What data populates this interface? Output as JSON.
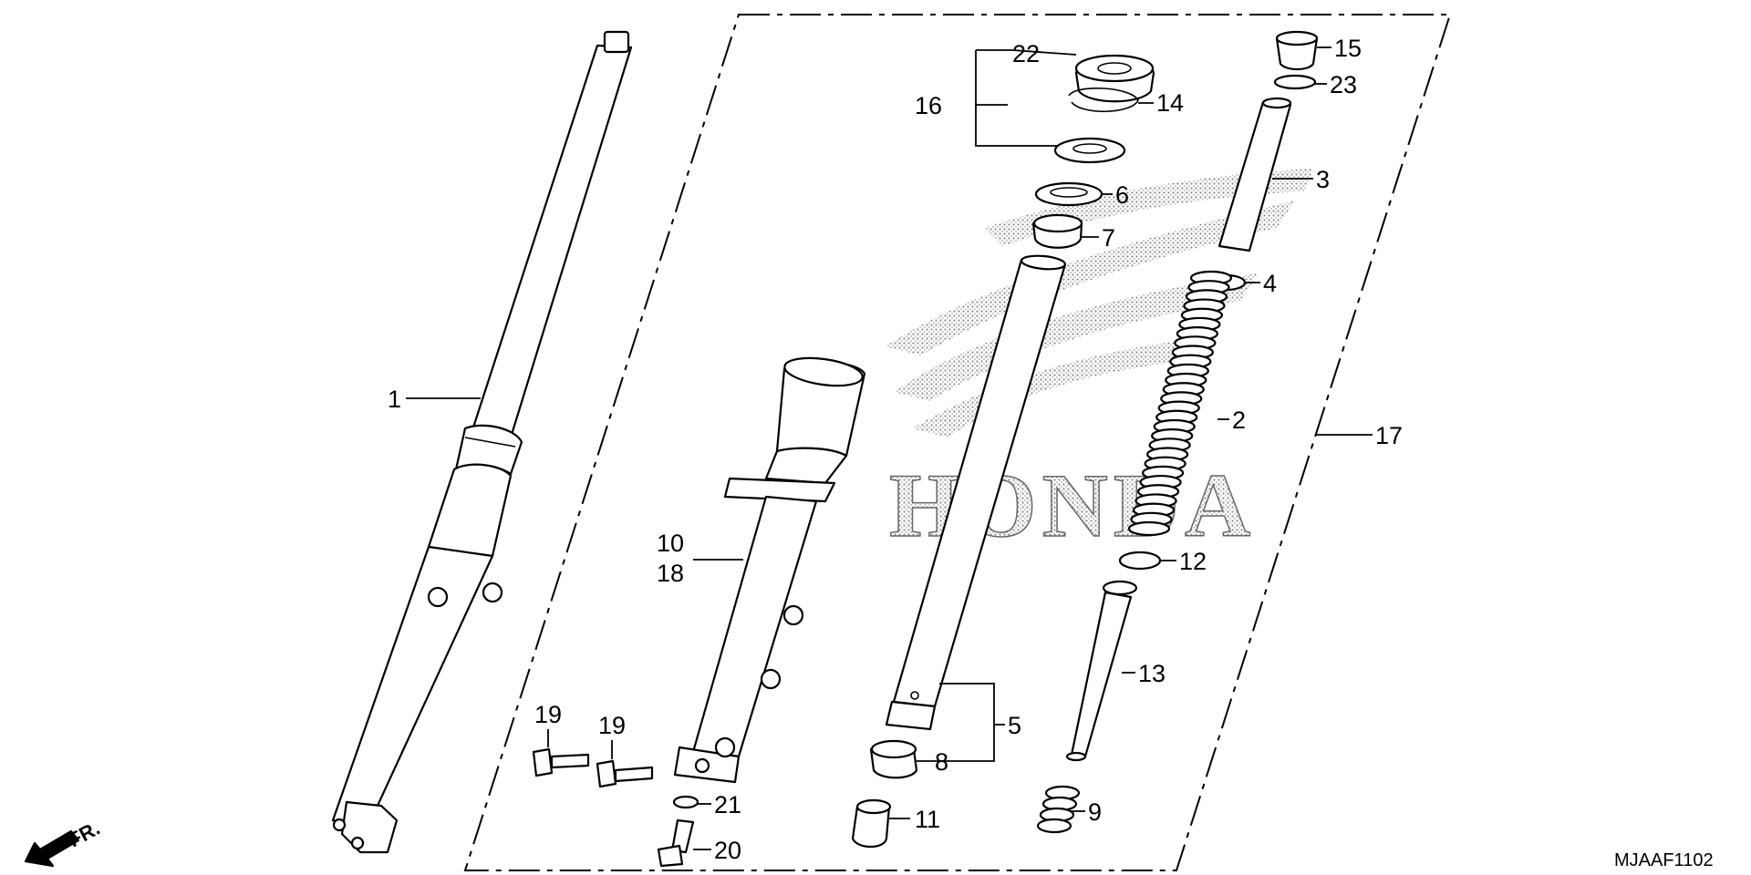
{
  "diagram": {
    "watermark": "HONDA",
    "front_indicator": "FR.",
    "drawing_code": "MJAAF1102",
    "callouts": {
      "c1": "1",
      "c2": "2",
      "c3": "3",
      "c4": "4",
      "c5": "5",
      "c6": "6",
      "c7": "7",
      "c8": "8",
      "c9": "9",
      "c10": "10",
      "c11": "11",
      "c12": "12",
      "c13": "13",
      "c14": "14",
      "c15": "15",
      "c16": "16",
      "c17": "17",
      "c18": "18",
      "c19a": "19",
      "c19b": "19",
      "c20": "20",
      "c21": "21",
      "c22": "22",
      "c23": "23"
    }
  }
}
